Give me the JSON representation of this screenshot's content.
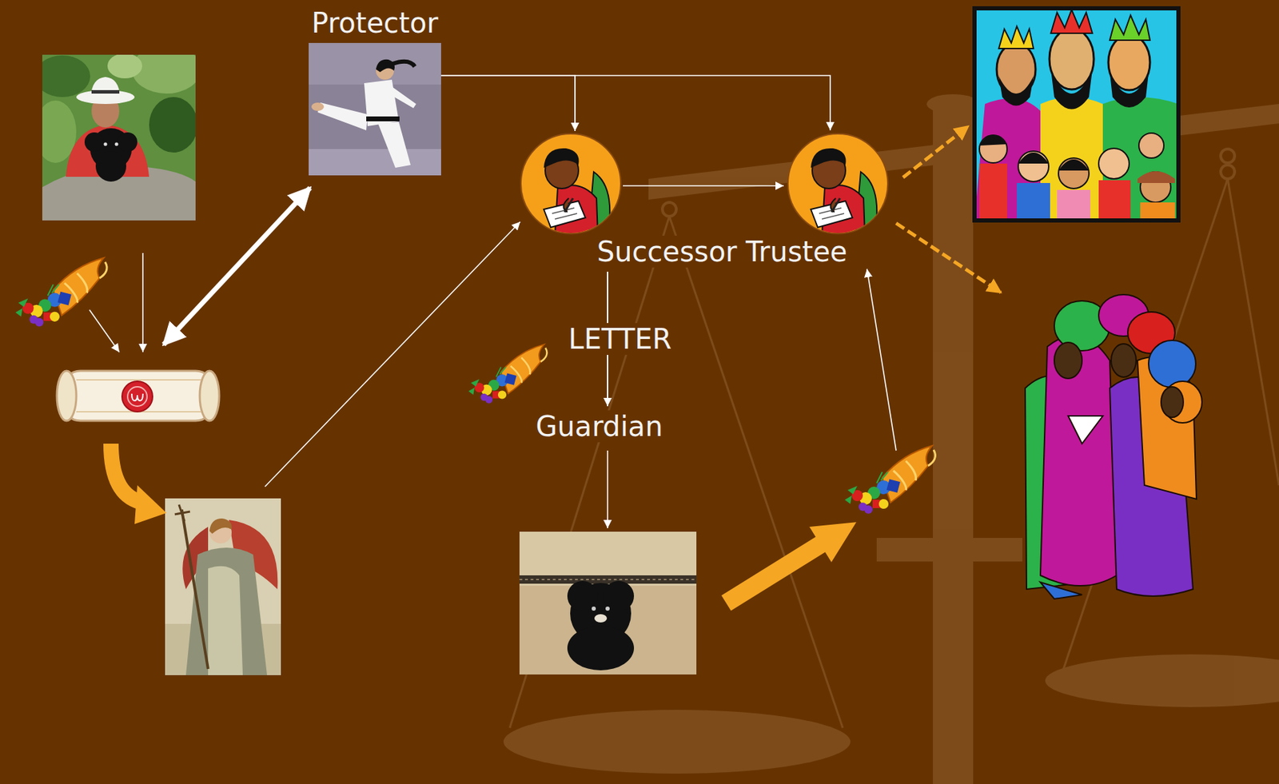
{
  "diagram": {
    "nodes": [
      {
        "text": [
          "Protector"
        ]
      },
      {
        "text": [
          "Successor Trustee"
        ]
      },
      {
        "text": [
          "Guardian"
        ]
      }
    ],
    "edges": [
      {
        "from": 0,
        "to": 1,
        "arrow": "to"
      },
      {
        "from": 1,
        "to": 2,
        "label": "LETTER",
        "arrow": "to"
      }
    ]
  }
}
